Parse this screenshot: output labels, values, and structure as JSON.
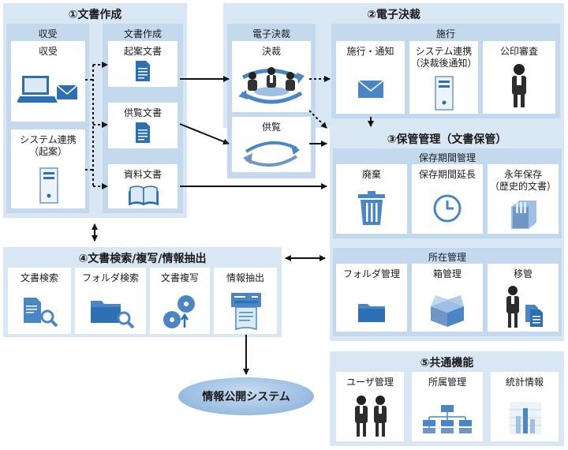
{
  "sections": {
    "s1": {
      "title": "①文書作成"
    },
    "s2": {
      "title": "②電子決裁"
    },
    "s3": {
      "title": "③保管管理（文書保管）"
    },
    "s4": {
      "title": "④文書検索/複写/情報抽出"
    },
    "s5": {
      "title": "⑤共通機能"
    }
  },
  "jushu": {
    "title": "収受",
    "card1": "収受",
    "card2": "システム連携\n（起案）"
  },
  "sakusei": {
    "title": "文書作成",
    "kian": "起案文書",
    "kyoran": "供覧文書",
    "shiryo": "資料文書"
  },
  "kessai": {
    "title": "電子決裁",
    "kessai": "決裁",
    "kyoran": "供覧"
  },
  "shiko": {
    "title": "施行",
    "tsuchi": "施行・通知",
    "renkei": "システム連携\n（決裁後通知）",
    "koin": "公印審査"
  },
  "hozon": {
    "title": "保存期間管理",
    "haiki": "廃棄",
    "encho": "保存期間延長",
    "einen": "永年保存\n（歴史的文書）"
  },
  "shozai": {
    "title": "所在管理",
    "folder": "フォルダ管理",
    "hako": "箱管理",
    "ikan": "移管"
  },
  "kensaku": {
    "bunsho": "文書検索",
    "folder": "フォルダ検索",
    "fukusha": "文書複写",
    "chushutsu": "情報抽出"
  },
  "kyotsu": {
    "user": "ユーザ管理",
    "shozoku": "所属管理",
    "tokei": "統計情報"
  },
  "public_system": "情報公開システム"
}
